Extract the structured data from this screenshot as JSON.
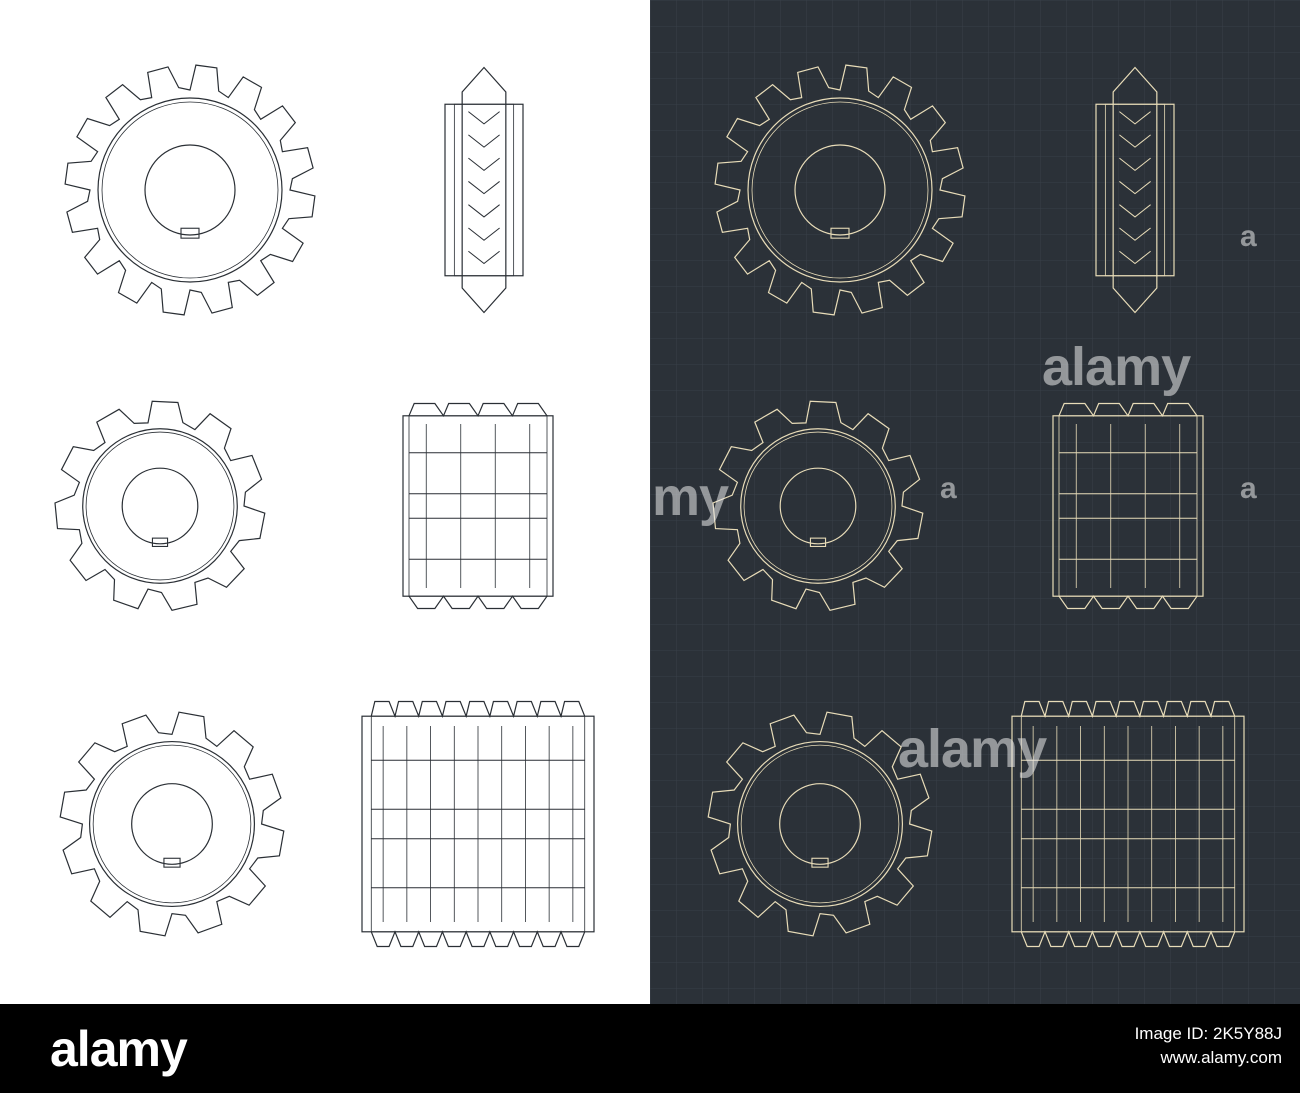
{
  "watermark": {
    "text": "alamy",
    "fragments": [
      "my",
      "a",
      "a"
    ]
  },
  "footer": {
    "brand": "alamy",
    "image_id_label": "Image ID: 2K5Y88J",
    "site_label": "www.alamy.com"
  },
  "colors": {
    "light_background": "#ffffff",
    "light_line": "#2a2f35",
    "dark_background": "#2b3138",
    "dark_line": "#e8dcb8",
    "footer_background": "#000000"
  },
  "drawings": [
    {
      "kind": "gear-front",
      "teeth": 16,
      "panel": "light"
    },
    {
      "kind": "gear-side",
      "panel": "light"
    },
    {
      "kind": "gear-front",
      "teeth": 11,
      "panel": "light"
    },
    {
      "kind": "cylinder-side",
      "columns": 4,
      "panel": "light"
    },
    {
      "kind": "gear-front",
      "teeth": 12,
      "panel": "light"
    },
    {
      "kind": "cylinder-side",
      "columns": 9,
      "panel": "light"
    },
    {
      "kind": "gear-front",
      "teeth": 16,
      "panel": "dark"
    },
    {
      "kind": "gear-side",
      "panel": "dark"
    },
    {
      "kind": "gear-front",
      "teeth": 11,
      "panel": "dark"
    },
    {
      "kind": "cylinder-side",
      "columns": 4,
      "panel": "dark"
    },
    {
      "kind": "gear-front",
      "teeth": 12,
      "panel": "dark"
    },
    {
      "kind": "cylinder-side",
      "columns": 9,
      "panel": "dark"
    }
  ]
}
